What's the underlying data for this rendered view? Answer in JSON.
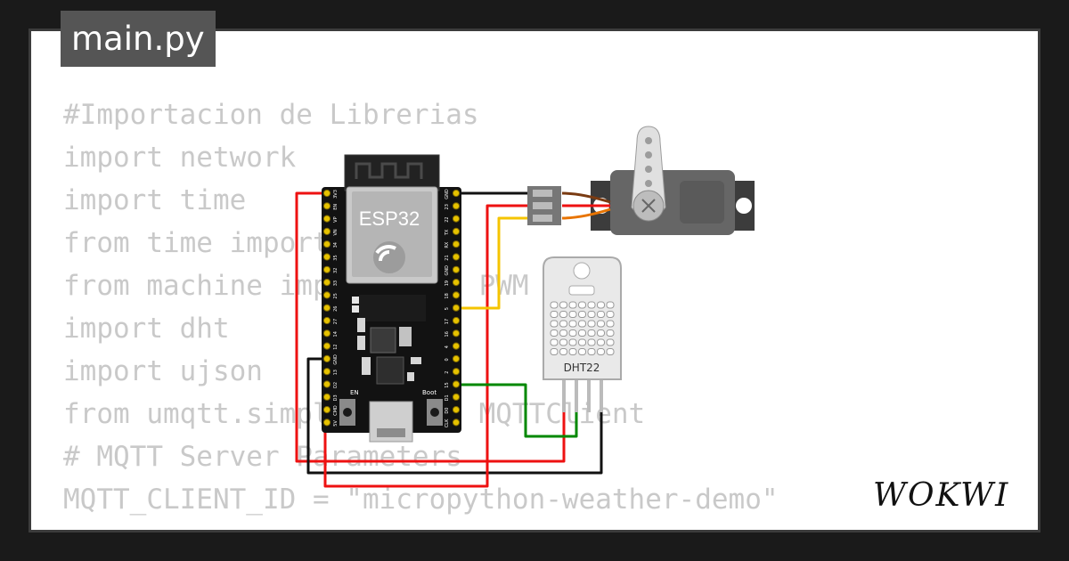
{
  "tab": {
    "filename": "main.py"
  },
  "code_lines": [
    "#Importacion de Librerias",
    "import network",
    "import time",
    "from time import sleep",
    "from machine import Pin, PWM",
    "import dht",
    "import ujson",
    "from umqtt.simple import MQTTClient",
    "",
    "# MQTT Server Parameters",
    "MQTT_CLIENT_ID = \"micropython-weather-demo\""
  ],
  "esp32": {
    "label": "ESP32",
    "left_pins": [
      "3V3",
      "EN",
      "VP",
      "VN",
      "34",
      "35",
      "32",
      "33",
      "25",
      "26",
      "27",
      "14",
      "12",
      "GND",
      "13",
      "D2",
      "D3",
      "CMD",
      "5V"
    ],
    "right_pins": [
      "GND",
      "23",
      "22",
      "TX",
      "RX",
      "21",
      "GND",
      "19",
      "18",
      "5",
      "17",
      "16",
      "4",
      "0",
      "2",
      "15",
      "D1",
      "D0",
      "CLK"
    ],
    "en_label": "EN",
    "boot_label": "Boot"
  },
  "sensor": {
    "label": "DHT22"
  },
  "brand": {
    "name": "WOKWI"
  },
  "colors": {
    "wire_red": "#ee1111",
    "wire_black": "#111111",
    "wire_yellow": "#f5c400",
    "wire_green": "#008800",
    "servo_orange": "#e87400",
    "servo_brown": "#7a3b12"
  }
}
